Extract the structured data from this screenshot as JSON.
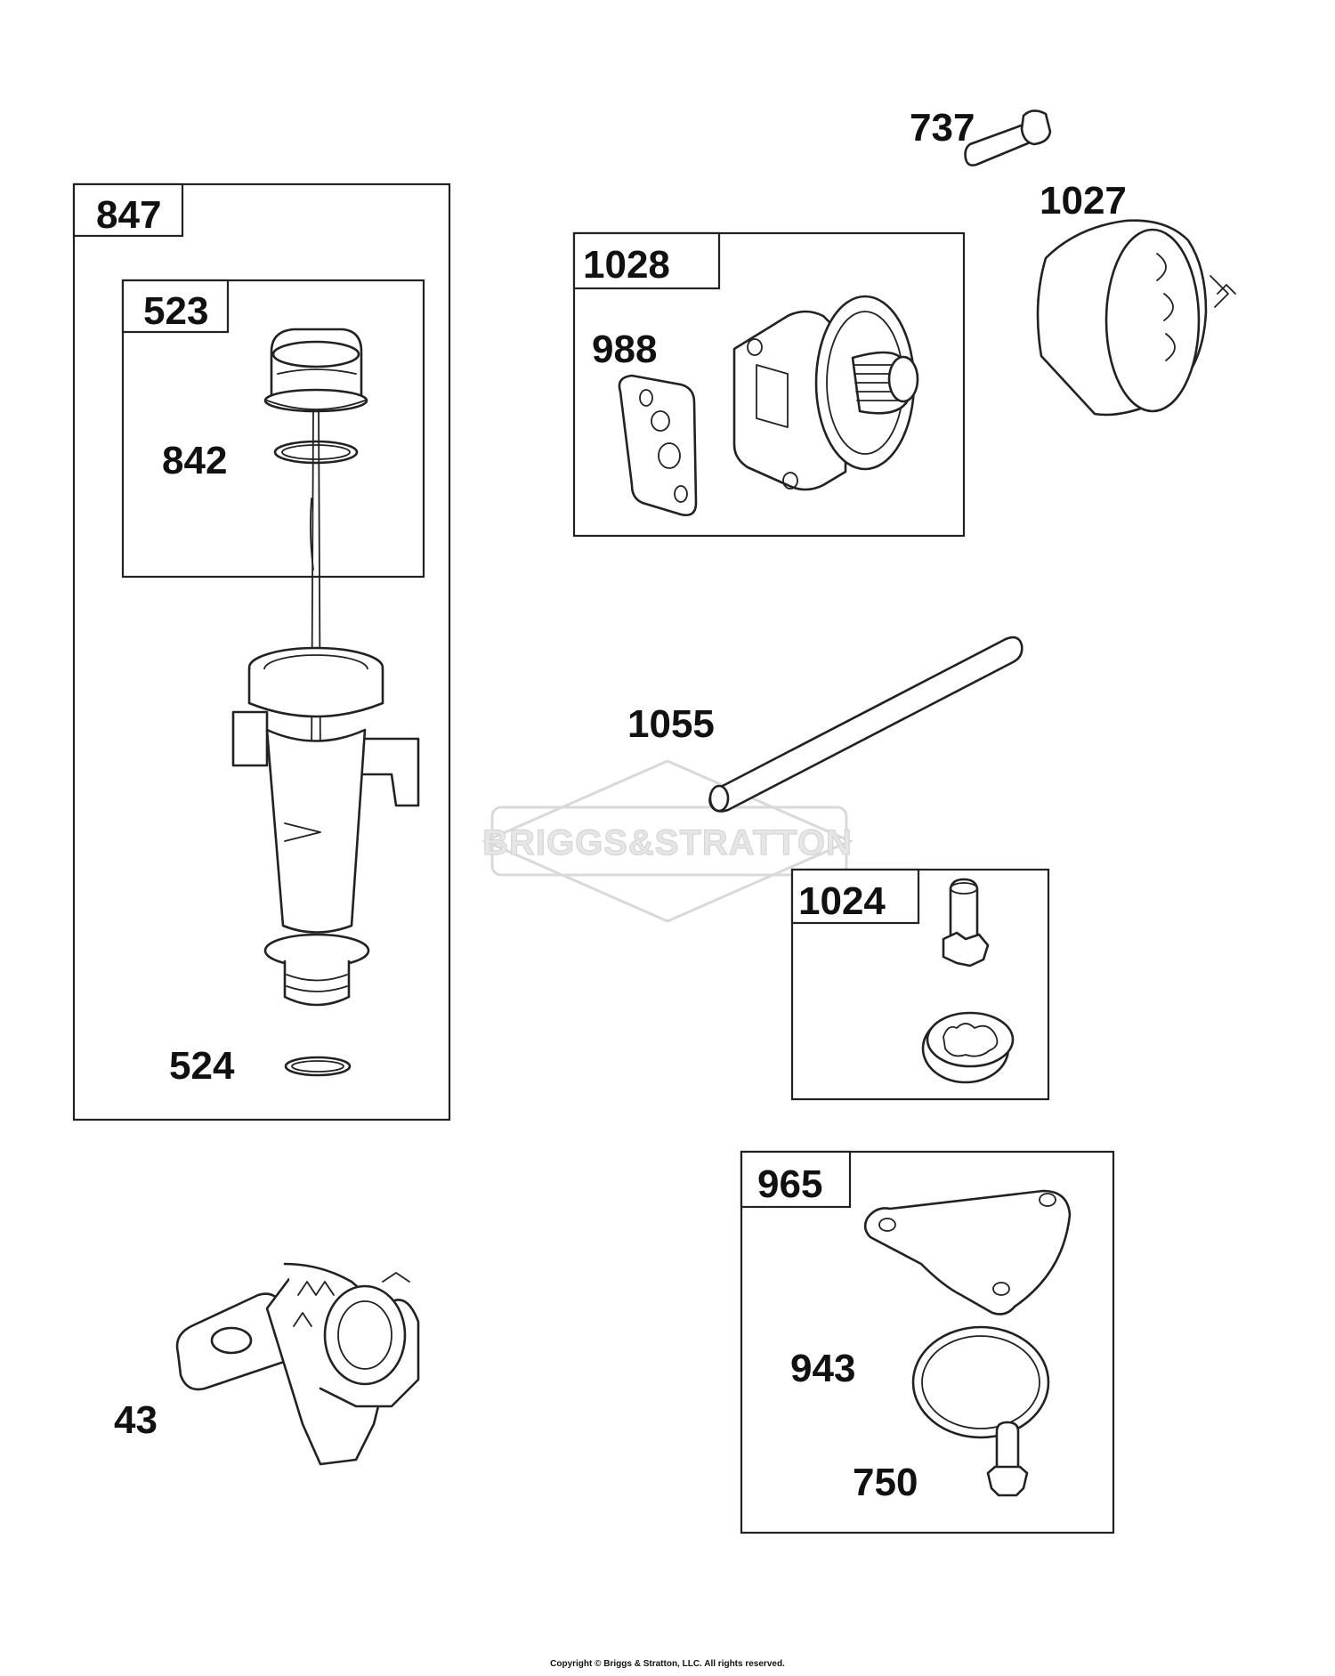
{
  "watermark": {
    "brand": "BRIGGS&STRATTON"
  },
  "boxes": {
    "b847": "847",
    "b523": "523",
    "b1028": "1028",
    "b1024": "1024",
    "b965": "965"
  },
  "labels": {
    "l842": "842",
    "l524": "524",
    "l43": "43",
    "l988": "988",
    "l737": "737",
    "l1027": "1027",
    "l1055": "1055",
    "l943": "943",
    "l750": "750"
  },
  "copyright": "Copyright © Briggs & Stratton, LLC. All rights reserved."
}
